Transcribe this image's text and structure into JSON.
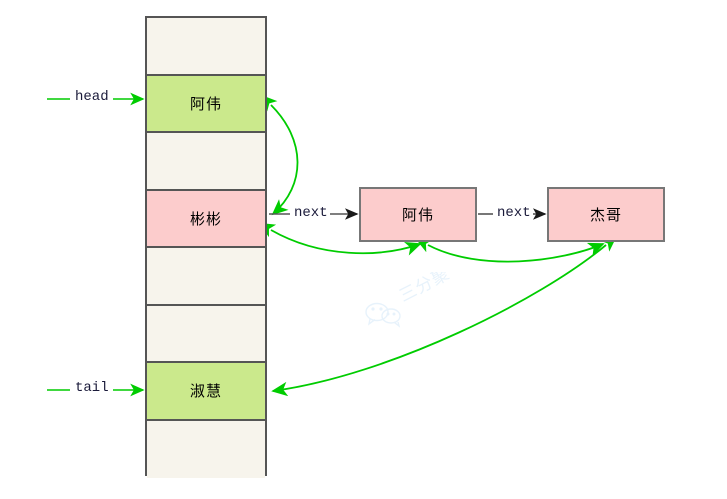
{
  "diagram": {
    "title": "linked-list-array-diagram",
    "colors": {
      "array_cell_empty": "#f7f4ec",
      "array_cell_green": "#cbe98c",
      "array_cell_pink": "#fccccc",
      "node_box_fill": "#fccccc",
      "node_box_border": "#777777",
      "array_border": "#555555",
      "pointer_arrow": "#00cc00",
      "next_arrow": "#555555",
      "label_text": "#1a1a3a",
      "watermark": "#d4e8f8"
    }
  },
  "array": {
    "name": "array-column",
    "cells": [
      {
        "label": "",
        "state": "empty"
      },
      {
        "label": "阿伟",
        "state": "green"
      },
      {
        "label": "",
        "state": "empty"
      },
      {
        "label": "彬彬",
        "state": "pink"
      },
      {
        "label": "",
        "state": "empty"
      },
      {
        "label": "",
        "state": "empty"
      },
      {
        "label": "淑慧",
        "state": "green"
      },
      {
        "label": "",
        "state": "empty"
      }
    ]
  },
  "nodes": [
    {
      "id": "node-awei",
      "label": "阿伟"
    },
    {
      "id": "node-jiege",
      "label": "杰哥"
    }
  ],
  "labels": {
    "head": "head",
    "tail": "tail",
    "next_1": "next",
    "next_2": "next"
  },
  "watermark": {
    "text": "三分聚",
    "icon": "wechat-bubbles-icon"
  }
}
